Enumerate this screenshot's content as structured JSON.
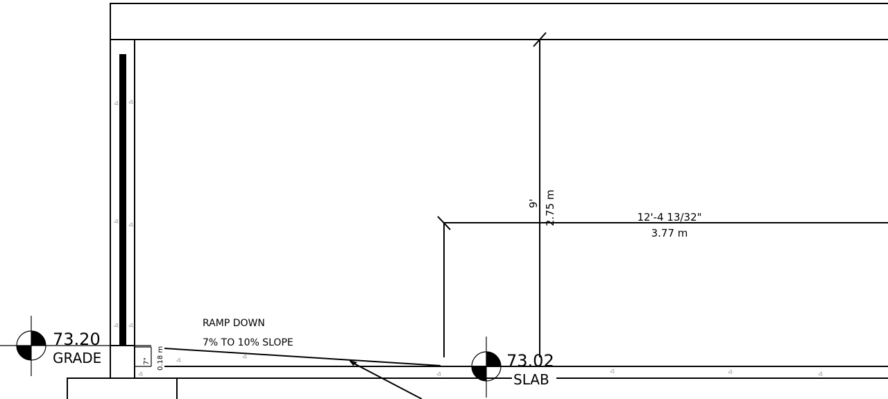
{
  "annotations": {
    "ramp_line1": "RAMP DOWN",
    "ramp_line2": "7% TO 10% SLOPE",
    "vertical_dim_imperial": "9'",
    "vertical_dim_metric": "2.75 m",
    "horizontal_dim_imperial": "12'-4 13/32\"",
    "horizontal_dim_metric": "3.77 m",
    "step_dim_imperial": "7\"",
    "step_dim_metric": "0.18 m"
  },
  "elevation_markers": [
    {
      "value": "73.20",
      "label": "GRADE"
    },
    {
      "value": "73.02",
      "label": "SLAB"
    }
  ],
  "colors": {
    "line": "#000000",
    "background": "#ffffff"
  }
}
